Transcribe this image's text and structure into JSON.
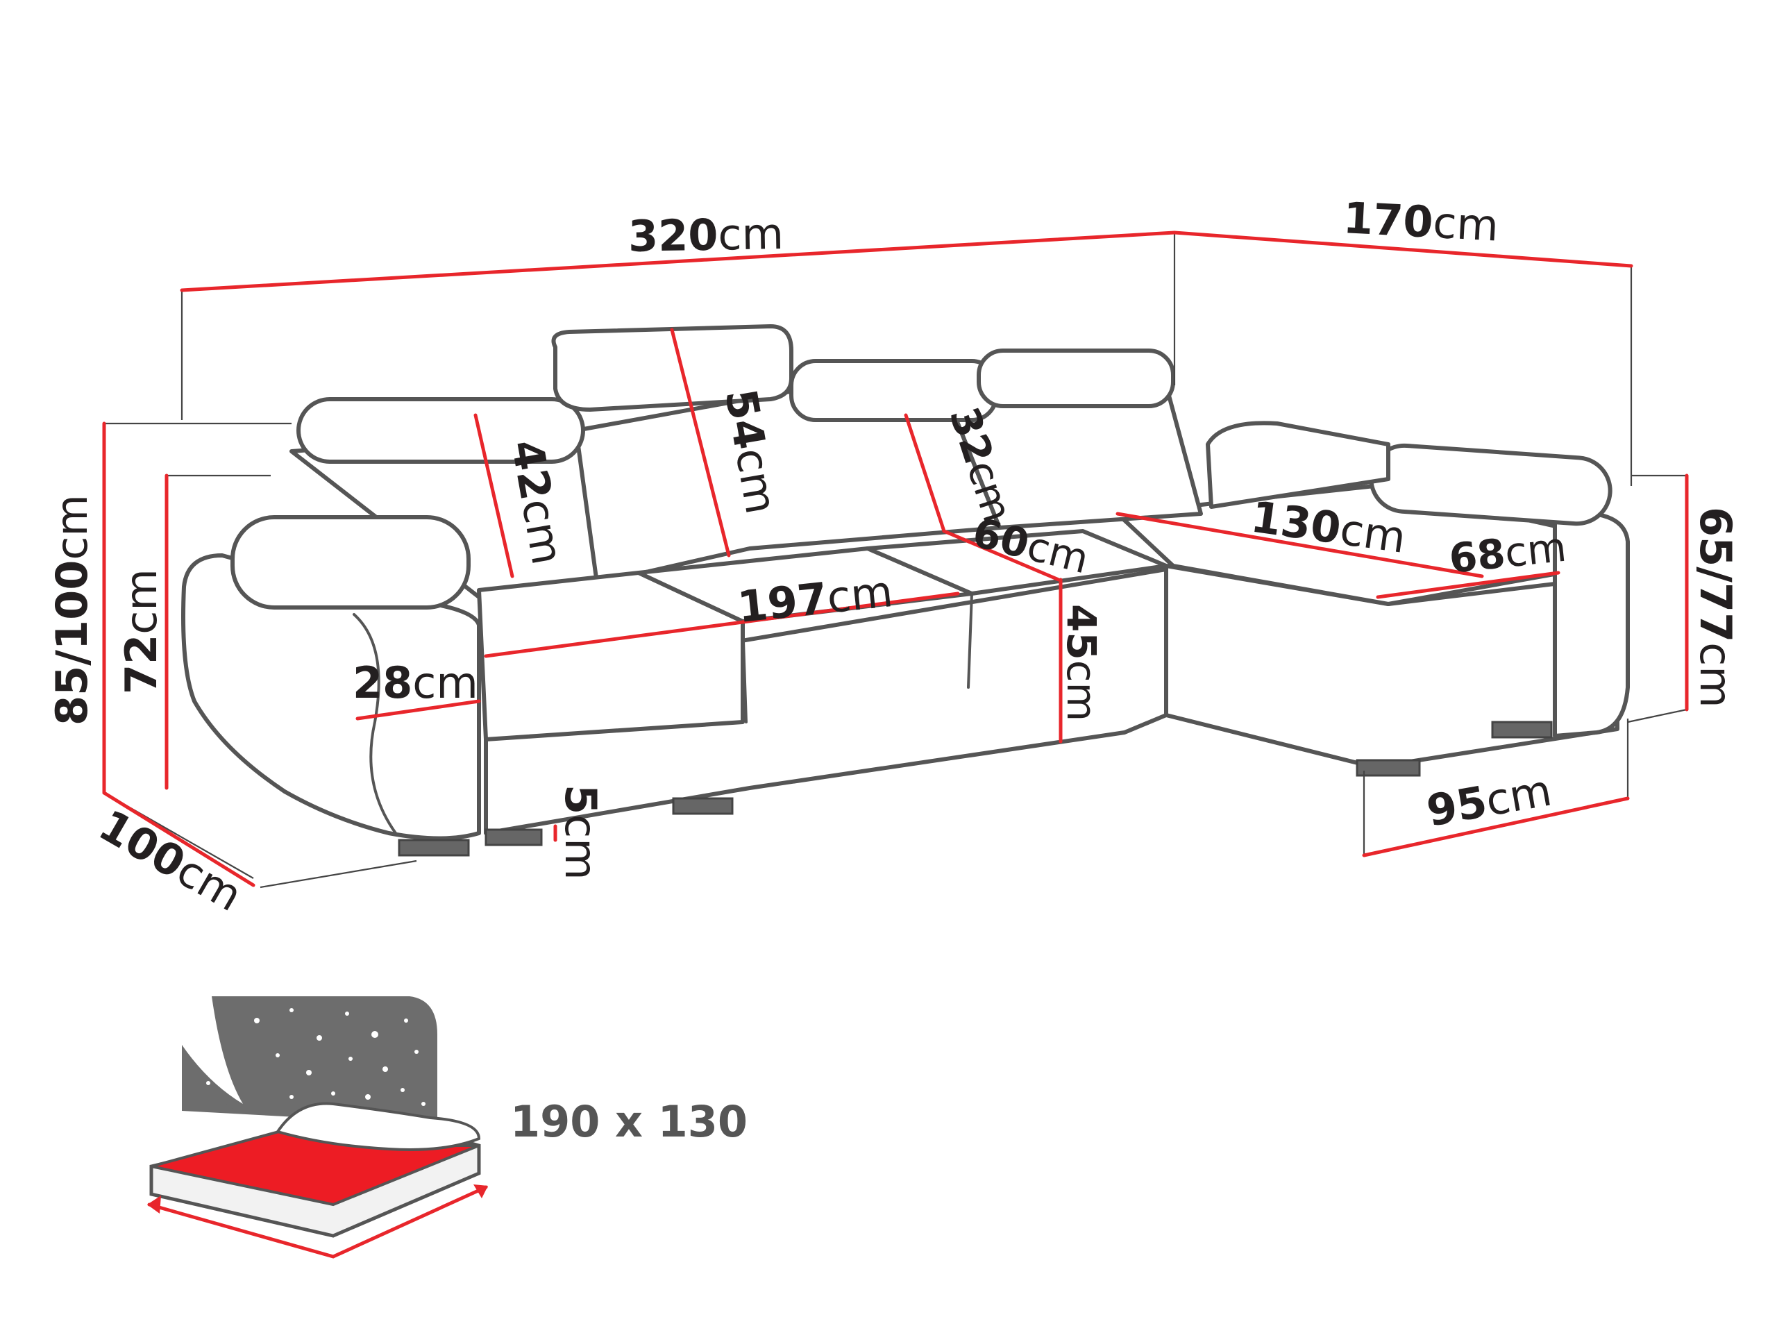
{
  "colors": {
    "measure_line": "#e8262b",
    "outline": "#555555",
    "text": "#231f20",
    "bed_surface": "#ed1c24",
    "night_sky": "#6d6d6d"
  },
  "dimensions": {
    "total_length": {
      "value": "320",
      "unit": "cm"
    },
    "chaise_length": {
      "value": "170",
      "unit": "cm"
    },
    "height_max": {
      "value": "85/100",
      "unit": "cm"
    },
    "height_back": {
      "value": "72",
      "unit": "cm"
    },
    "depth": {
      "value": "100",
      "unit": "cm"
    },
    "leg_height": {
      "value": "5",
      "unit": "cm"
    },
    "armrest_width": {
      "value": "28",
      "unit": "cm"
    },
    "headrest_left": {
      "value": "42",
      "unit": "cm"
    },
    "headrest_center": {
      "value": "54",
      "unit": "cm"
    },
    "headrest_right": {
      "value": "32",
      "unit": "cm"
    },
    "seat_width": {
      "value": "197",
      "unit": "cm"
    },
    "seat_depth": {
      "value": "60",
      "unit": "cm"
    },
    "seat_height": {
      "value": "45",
      "unit": "cm"
    },
    "chaise_inner_length": {
      "value": "130",
      "unit": "cm"
    },
    "chaise_inner_width": {
      "value": "68",
      "unit": "cm"
    },
    "chaise_width": {
      "value": "95",
      "unit": "cm"
    },
    "chaise_height": {
      "value": "65/77",
      "unit": "cm"
    }
  },
  "bed": {
    "size": "190 x 130",
    "icon": "bed-with-night-sky-icon"
  }
}
